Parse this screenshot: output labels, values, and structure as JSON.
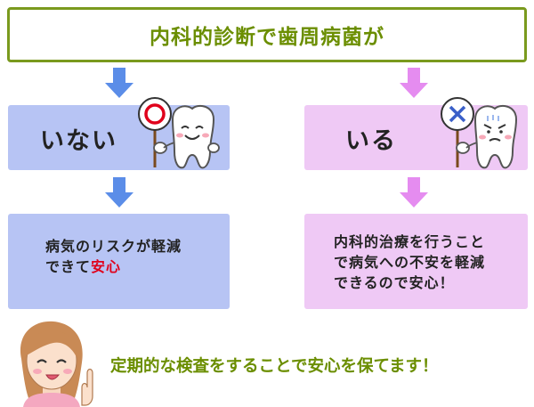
{
  "title": "内科的診断で歯周病菌が",
  "left": {
    "status": "いない",
    "sign": "○",
    "result_line1": "病気のリスクが軽減",
    "result_line2_prefix": "できて",
    "result_line2_highlight": "安心"
  },
  "right": {
    "status": "いる",
    "sign": "×",
    "result_lines": [
      "内科的治療を行うこと",
      "で病気への不安を軽減",
      "できるので安心！"
    ]
  },
  "footer": "定期的な検査をすることで安心を保てます！",
  "colors": {
    "accent_green": "#6b8e00",
    "blue_arrow": "#5b8de8",
    "pink_arrow": "#e58cf0",
    "blue_box": "#b7c4f4",
    "pink_box": "#efc9f5",
    "highlight_red": "#e0001b"
  }
}
